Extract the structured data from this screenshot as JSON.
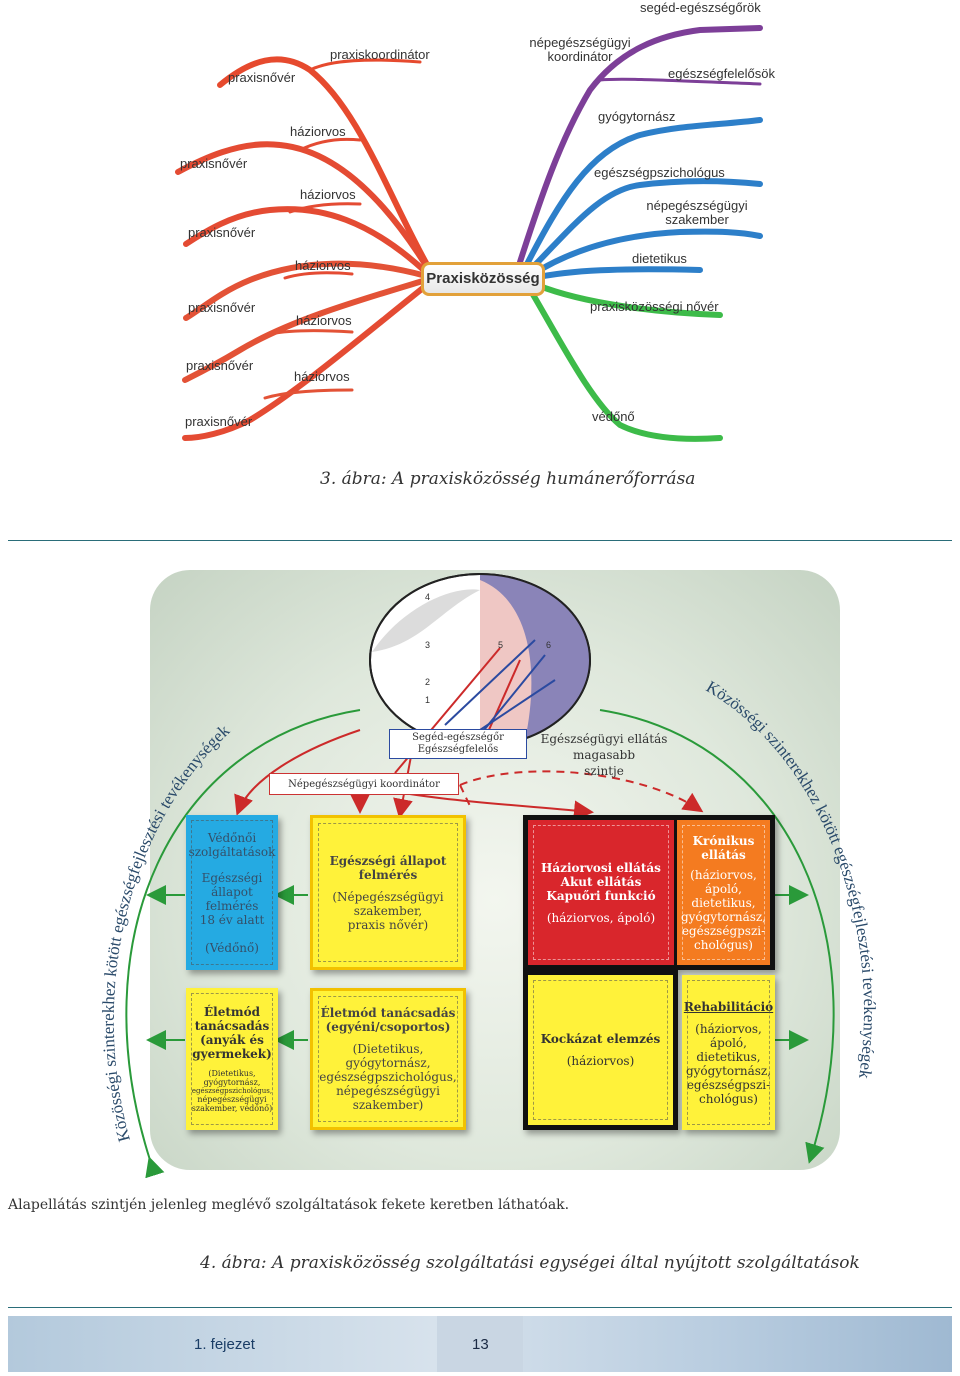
{
  "mindmap": {
    "center": "Praxisközösség",
    "left_labels": [
      "praxisnővér",
      "praxiskoordinátor",
      "háziorvos",
      "praxisnővér",
      "háziorvos",
      "praxisnővér",
      "háziorvos",
      "praxisnővér",
      "háziorvos",
      "praxisnővér",
      "háziorvos",
      "praxisnővér"
    ],
    "right_labels": [
      "segéd-egészségőrök",
      "népegészségügyi koordinátor",
      "egészségfelelősök",
      "gyógytornász",
      "egészségpszichológus",
      "népegészségügyi szakember",
      "dietetikus",
      "praxisközösségi nővér",
      "védőnő"
    ]
  },
  "caption3": "3. ábra: A praxisközösség humánerőforrása",
  "diagram": {
    "arc_left": "Közösségi szinterekhez kötött egészségfejlesztési tevékenységek",
    "arc_right": "Közösségi szinterekhez kötött egészségfejlesztési tevékenységek",
    "ellipse_numbers": [
      "4",
      "3",
      "5",
      "6",
      "2",
      "1"
    ],
    "seged": [
      "Segéd-egészségőr",
      "Egészségfelelős"
    ],
    "nepeg_koord": "Népegészségügyi koordinátor",
    "magasabb": [
      "Egészségügyi ellátás",
      "magasabb",
      "szintje"
    ],
    "vedonoi": [
      "Védőnői",
      "szolgáltatások",
      "Egészségi",
      "állapot",
      "felmérés",
      "18 év alatt",
      "(Védőnő)"
    ],
    "eletmod_small": [
      "Életmód",
      "tanácsadás",
      "(anyák és",
      "gyermekek)",
      "(Dietetikus,",
      "gyógytornász,",
      "egészségpszichológus,",
      "népegészségügyi",
      "szakember, védőnő)"
    ],
    "egeszsegi": [
      "Egészségi állapot",
      "felmérés",
      "(Népegészségügyi",
      "szakember,",
      "praxis nővér)"
    ],
    "eletmod_big": [
      "Életmód tanácsadás",
      "(egyéni/csoportos)",
      "(Dietetikus, gyógytornász,",
      "egészségpszichológus,",
      "népegészségügyi",
      "szakember)"
    ],
    "haziorvosi": [
      "Háziorvosi ellátás",
      "Akut ellátás",
      "Kapuőri funkció",
      "(háziorvos, ápoló)"
    ],
    "kronikus": [
      "Krónikus",
      "ellátás",
      "(háziorvos,",
      "ápoló,",
      "dietetikus,",
      "gyógytornász,",
      "egészségpszi-",
      "chológus)"
    ],
    "kockazat": [
      "Kockázat elemzés",
      "(háziorvos)"
    ],
    "rehab": [
      "Rehabilitáció",
      "(háziorvos,",
      "ápoló,",
      "dietetikus,",
      "gyógytornász,",
      "egészségpszi-",
      "chológus)"
    ]
  },
  "note": "Alapellátás szintjén jelenleg meglévő szolgáltatások fekete keretben láthatóak.",
  "caption4": "4. ábra:  A praxisközösség szolgáltatási egységei által nyújtott szolgáltatások",
  "footer": {
    "chapter": "1. fejezet",
    "page": "13"
  },
  "colors": {
    "orange": "#e2a13a",
    "red": "#e63b2e",
    "purple": "#7d3f98",
    "blue": "#2d7fc9",
    "green": "#3dbb49",
    "cyan_box": "#25aae2",
    "yellow_box": "#fff23a",
    "red_box": "#d9262c",
    "orange_box": "#f47b20"
  }
}
